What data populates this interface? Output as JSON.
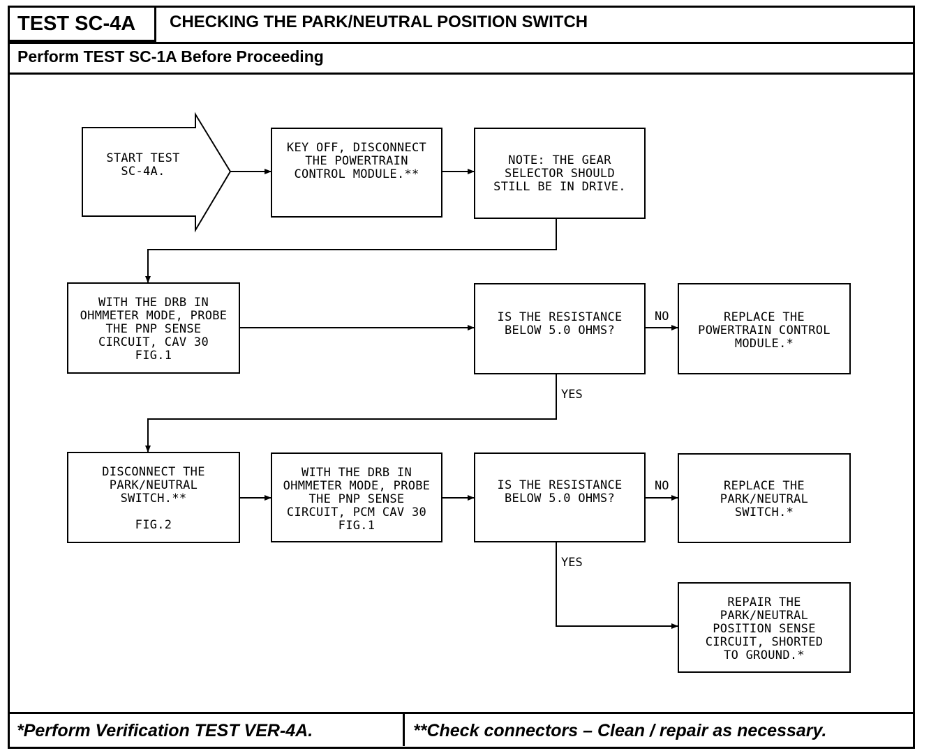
{
  "header": {
    "test_id": "TEST SC-4A",
    "title": "CHECKING THE PARK/NEUTRAL POSITION SWITCH",
    "subtitle": "Perform TEST SC-1A Before Proceeding"
  },
  "steps": {
    "start": [
      "START TEST",
      "SC-4A."
    ],
    "key_off": [
      "KEY OFF, DISCONNECT",
      "THE POWERTRAIN",
      "CONTROL MODULE.**"
    ],
    "note": [
      "NOTE: THE GEAR",
      "SELECTOR SHOULD",
      "STILL BE IN DRIVE."
    ],
    "probe_cav30": [
      "WITH THE DRB IN",
      "OHMMETER MODE, PROBE",
      "THE PNP SENSE",
      "CIRCUIT, CAV 30",
      "FIG.1"
    ],
    "question1": [
      "IS THE RESISTANCE",
      "BELOW 5.0 OHMS?"
    ],
    "replace_pcm": [
      "REPLACE THE",
      "POWERTRAIN CONTROL",
      "MODULE.*"
    ],
    "disconnect_switch": [
      "DISCONNECT THE",
      "PARK/NEUTRAL",
      "SWITCH.**",
      "",
      "FIG.2"
    ],
    "probe_pcm_cav30": [
      "WITH THE DRB IN",
      "OHMMETER MODE, PROBE",
      "THE PNP SENSE",
      "CIRCUIT, PCM CAV 30",
      "FIG.1"
    ],
    "question2": [
      "IS THE RESISTANCE",
      "BELOW 5.0 OHMS?"
    ],
    "replace_switch": [
      "REPLACE THE",
      "PARK/NEUTRAL",
      "SWITCH.*"
    ],
    "repair_circuit": [
      "REPAIR THE",
      "PARK/NEUTRAL",
      "POSITION SENSE",
      "CIRCUIT, SHORTED",
      "TO GROUND.*"
    ]
  },
  "labels": {
    "no1": "NO",
    "yes1": "YES",
    "no2": "NO",
    "yes2": "YES"
  },
  "footer": {
    "left": "*Perform Verification TEST VER-4A.",
    "right": "**Check connectors – Clean / repair as necessary."
  }
}
